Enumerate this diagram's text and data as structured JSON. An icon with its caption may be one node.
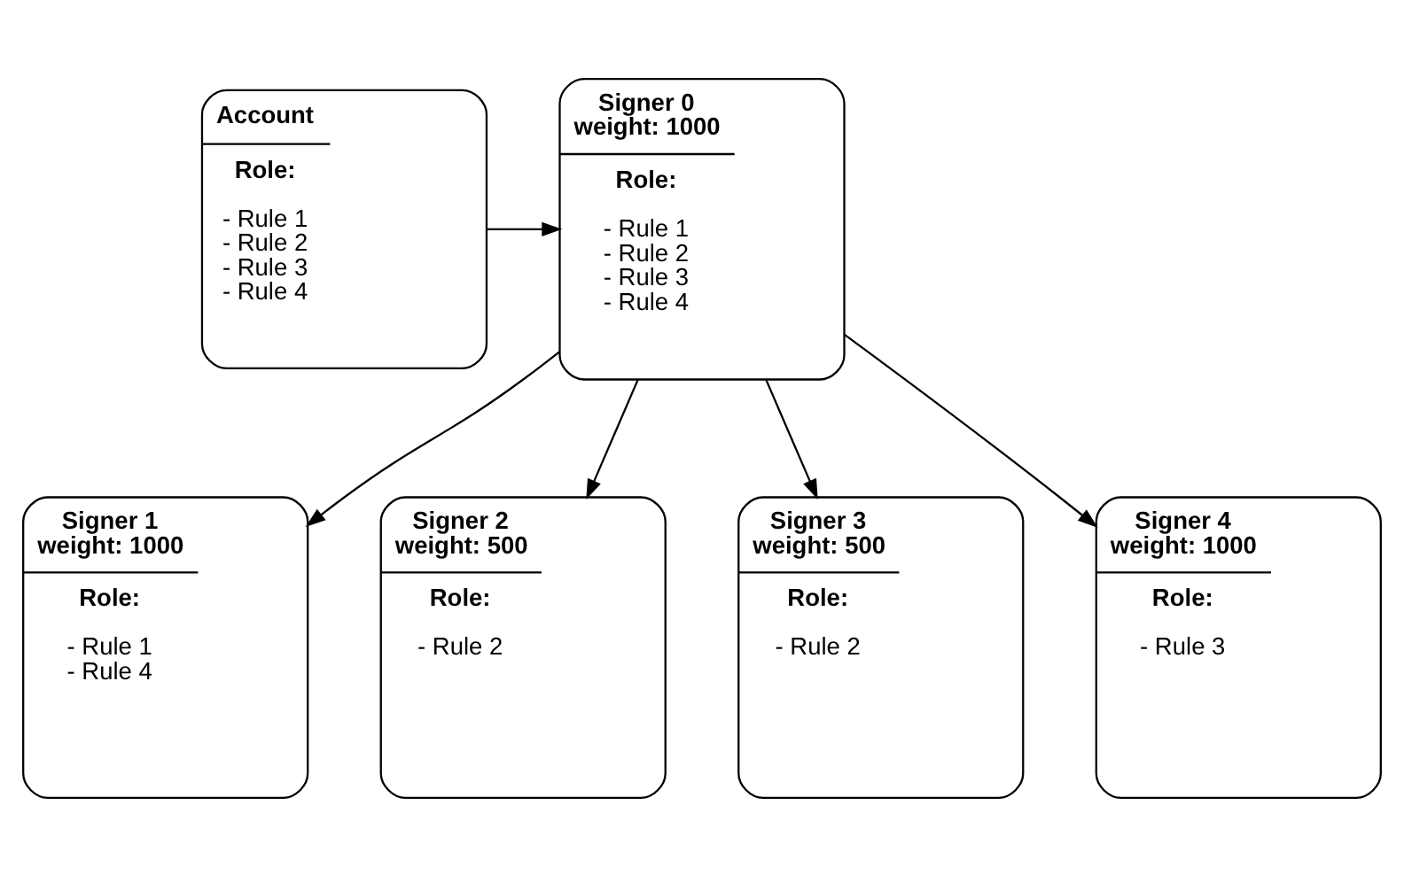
{
  "diagram": {
    "nodes": [
      {
        "text": [
          "Account",
          "Role:",
          "- Rule 1",
          "- Rule 2",
          "- Rule 3",
          "- Rule 4"
        ]
      },
      {
        "text": [
          "Signer 0",
          "weight: 1000",
          "Role:",
          "- Rule 1",
          "- Rule 2",
          "- Rule 3",
          "- Rule 4"
        ]
      },
      {
        "text": [
          "Signer 1",
          "weight: 1000",
          "Role:",
          "- Rule 1",
          "- Rule 4"
        ]
      },
      {
        "text": [
          "Signer 2",
          "weight: 500",
          "Role:",
          "- Rule 2"
        ]
      },
      {
        "text": [
          "Signer 3",
          "weight: 500",
          "Role:",
          "- Rule 2"
        ]
      },
      {
        "text": [
          "Signer 4",
          "weight: 1000",
          "Role:",
          "- Rule 3"
        ]
      }
    ],
    "edges": [
      {
        "from": 0,
        "to": 1,
        "arrow": "to"
      },
      {
        "from": 1,
        "to": 2,
        "arrow": "to"
      },
      {
        "from": 1,
        "to": 3,
        "arrow": "to"
      },
      {
        "from": 1,
        "to": 4,
        "arrow": "to"
      },
      {
        "from": 1,
        "to": 5,
        "arrow": "to"
      }
    ]
  }
}
